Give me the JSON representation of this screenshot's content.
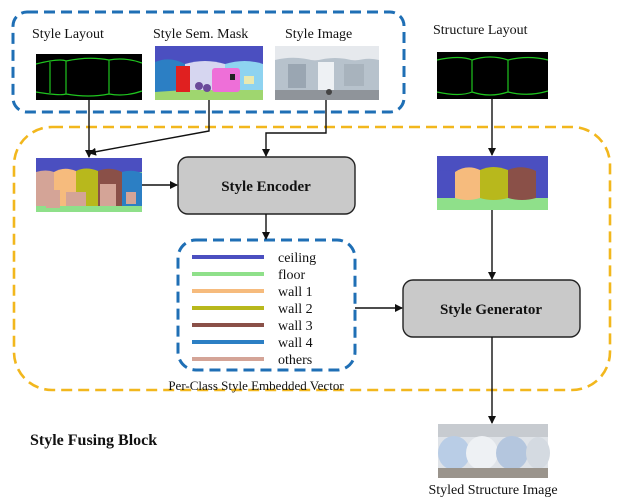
{
  "panels": {
    "style_layout": "Style  Layout",
    "style_sem_mask": "Style  Sem. Mask",
    "style_image": "Style  Image",
    "structure_layout": "Structure  Layout"
  },
  "blocks": {
    "style_encoder": "Style Encoder",
    "style_generator": "Style Generator"
  },
  "legend": {
    "items": [
      {
        "label": "ceiling",
        "color": "#4b4fc0"
      },
      {
        "label": "floor",
        "color": "#8fe08a"
      },
      {
        "label": "wall 1",
        "color": "#f6bb7d"
      },
      {
        "label": "wall 2",
        "color": "#b8b81c"
      },
      {
        "label": "wall 3",
        "color": "#8a5048"
      },
      {
        "label": "wall 4",
        "color": "#2c7fc4"
      },
      {
        "label": "others",
        "color": "#d4a497"
      }
    ],
    "caption": "Per-Class Style Embedded Vector"
  },
  "fusing_block_label": "Style Fusing Block",
  "output_caption": "Styled Structure Image",
  "colors": {
    "blue_dash": "#1f6fb5",
    "yellow_dash": "#f2b71d",
    "block_fill": "#c9c9c9",
    "layout_line": "#1fc41f"
  }
}
